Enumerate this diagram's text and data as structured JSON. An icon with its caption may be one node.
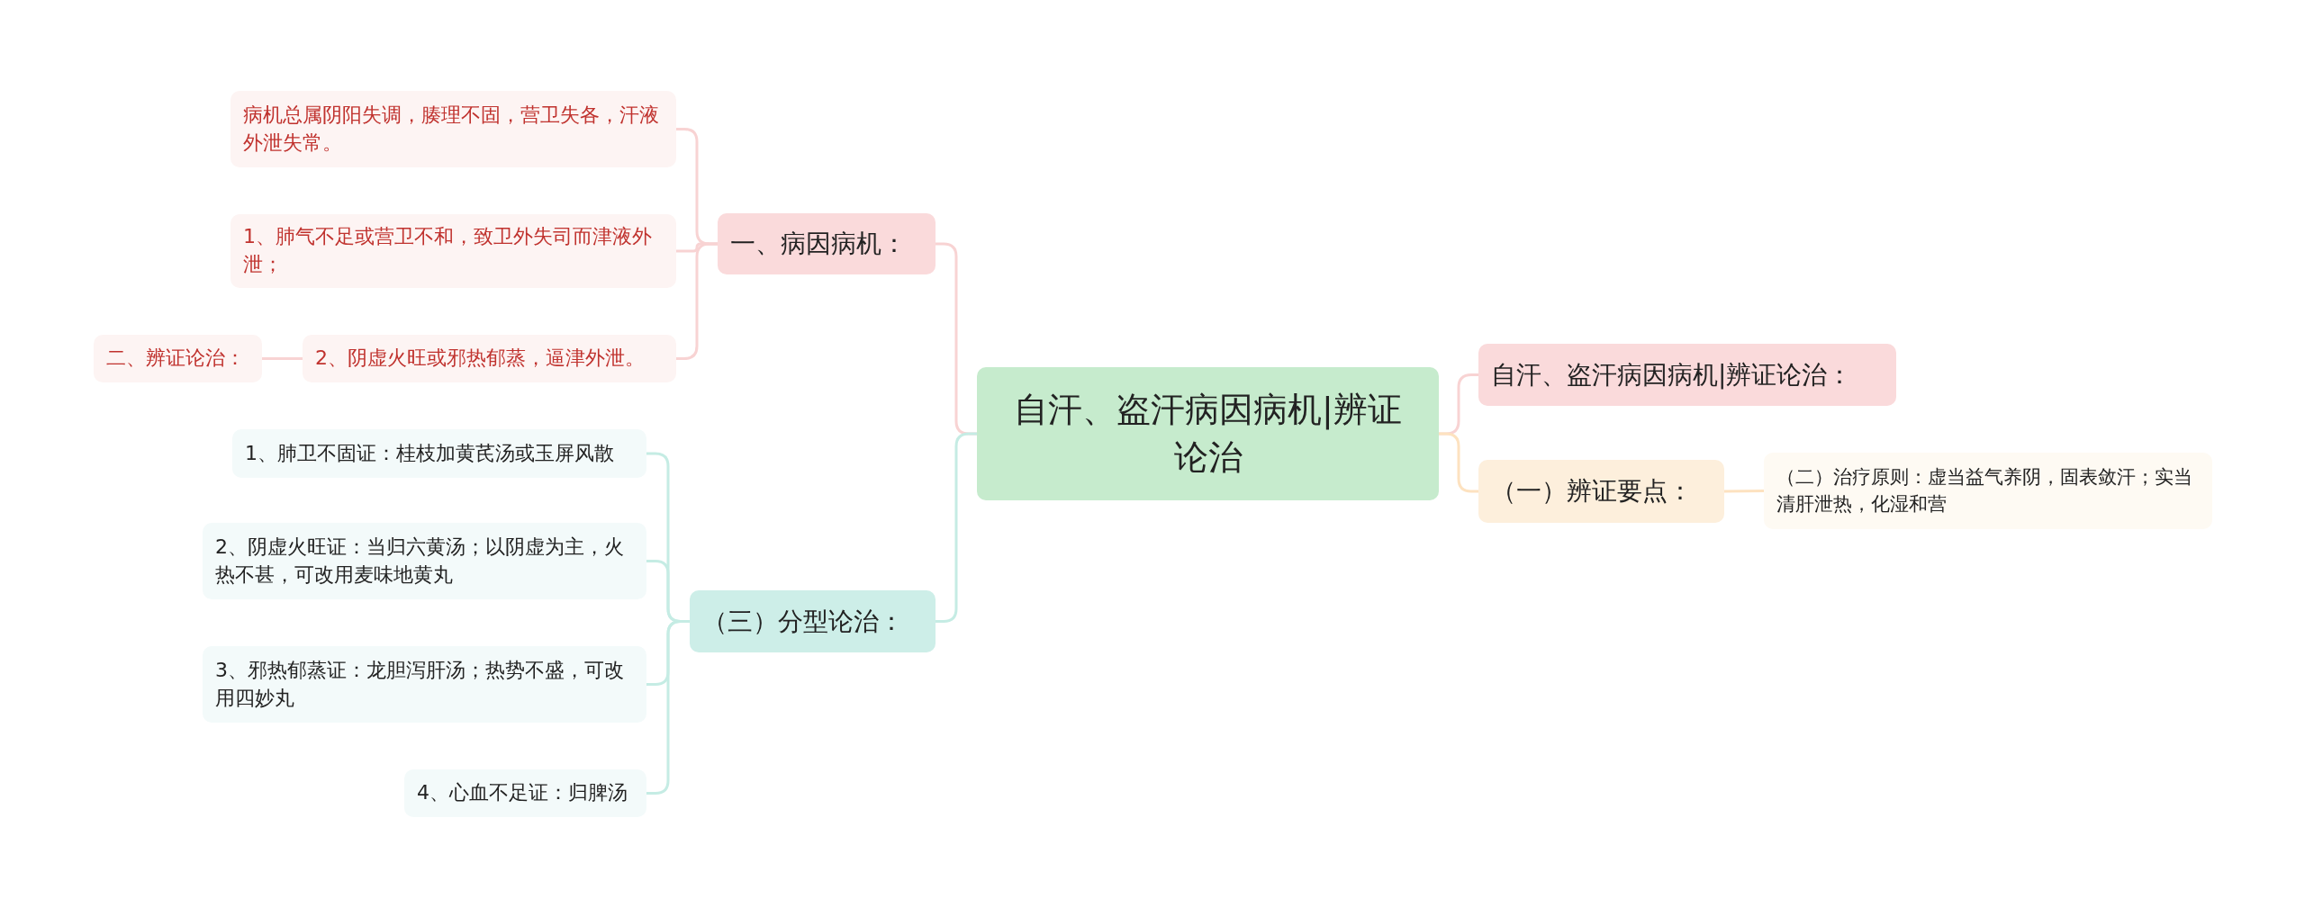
{
  "diagram": {
    "nodes": [
      {
        "text": [
          "自汗、盗汗病因病机|辨证论治"
        ]
      },
      {
        "text": [
          "一、病因病机："
        ]
      },
      {
        "text": [
          "病机总属阴阳失调，腠理不固，营卫失各，汗液外泄失常。"
        ]
      },
      {
        "text": [
          "1、肺气不足或营卫不和，致卫外失司而津液外泄；"
        ]
      },
      {
        "text": [
          "2、阴虚火旺或邪热郁蒸，逼津外泄。"
        ]
      },
      {
        "text": [
          "二、辨证论治："
        ]
      },
      {
        "text": [
          "（三）分型论治："
        ]
      },
      {
        "text": [
          "1、肺卫不固证：桂枝加黄芪汤或玉屏风散"
        ]
      },
      {
        "text": [
          "2、阴虚火旺证：当归六黄汤；以阴虚为主，火热不甚，可改用麦味地黄丸"
        ]
      },
      {
        "text": [
          "3、邪热郁蒸证：龙胆泻肝汤；热势不盛，可改用四妙丸"
        ]
      },
      {
        "text": [
          "4、心血不足证：归脾汤"
        ]
      },
      {
        "text": [
          "自汗、盗汗病因病机|辨证论治："
        ]
      },
      {
        "text": [
          "（一）辨证要点："
        ]
      },
      {
        "text": [
          "（二）治疗原则：虚当益气养阴，固表敛汗；实当清肝泄热，化湿和营"
        ]
      }
    ],
    "edges": [
      {
        "from": 0,
        "to": 1,
        "arrow": "none"
      },
      {
        "from": 1,
        "to": 2,
        "arrow": "none"
      },
      {
        "from": 1,
        "to": 3,
        "arrow": "none"
      },
      {
        "from": 1,
        "to": 4,
        "arrow": "none"
      },
      {
        "from": 4,
        "to": 5,
        "arrow": "none"
      },
      {
        "from": 0,
        "to": 6,
        "arrow": "none",
        "color": "#c5ece4"
      },
      {
        "from": 6,
        "to": 7,
        "arrow": "none",
        "color": "#c5ece4"
      },
      {
        "from": 6,
        "to": 8,
        "arrow": "none",
        "color": "#c5ece4"
      },
      {
        "from": 6,
        "to": 9,
        "arrow": "none",
        "color": "#c5ece4"
      },
      {
        "from": 6,
        "to": 10,
        "arrow": "none",
        "color": "#c5ece4"
      },
      {
        "from": 0,
        "to": 11,
        "arrow": "none"
      },
      {
        "from": 0,
        "to": 12,
        "arrow": "none",
        "color": "#fde2c0"
      },
      {
        "from": 12,
        "to": 13,
        "arrow": "none",
        "color": "#fde2c0"
      }
    ]
  }
}
